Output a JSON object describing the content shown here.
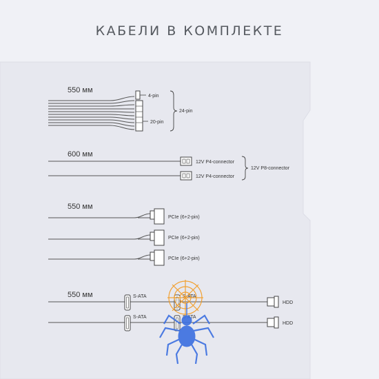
{
  "title": "КАБЕЛИ В КОМПЛЕКТЕ",
  "groups": {
    "atx": {
      "length": "550 мм",
      "pin4": "4-pin",
      "pin20": "20-pin",
      "pin24": "24-pin"
    },
    "cpu": {
      "length": "600 мм",
      "p4_a": "12V P4-connector",
      "p4_b": "12V P4-connector",
      "p8": "12V P8-connector"
    },
    "pcie": {
      "length": "550 мм",
      "c1": "PCIe (6+2-pin)",
      "c2": "PCIe (6+2-pin)",
      "c3": "PCIe (6+2-pin)"
    },
    "sata": {
      "length": "550 мм",
      "s1": "S-ATA",
      "s2": "S-ATA",
      "s3": "S-ATA",
      "s4": "S-ATA",
      "hdd1": "HDD",
      "hdd2": "HDD"
    }
  },
  "colors": {
    "background": "#f0f1f6",
    "panel": "#e8e9f0",
    "line": "#444444",
    "watermark_orange": "#f39a1f",
    "watermark_blue": "#3b6fe0"
  },
  "icons": {
    "watermark": "spider-logo"
  }
}
